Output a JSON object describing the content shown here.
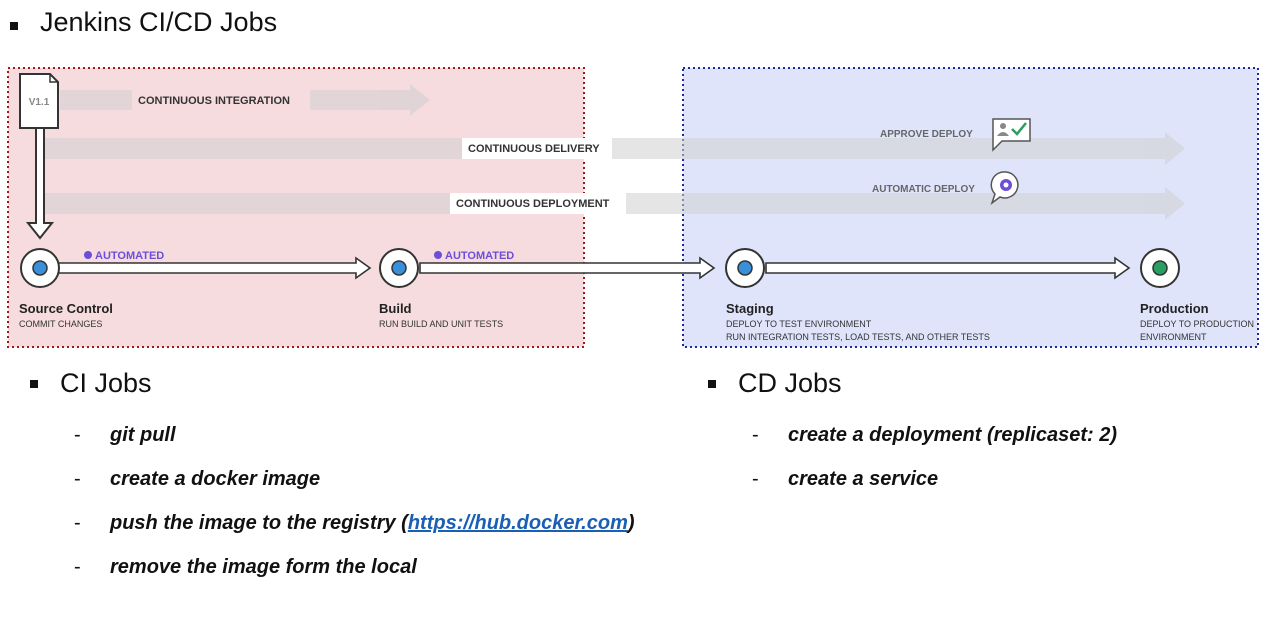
{
  "title": "Jenkins CI/CD Jobs",
  "diagram": {
    "version": "V1.1",
    "bands": {
      "ci": "CONTINUOUS INTEGRATION",
      "delivery": "CONTINUOUS DELIVERY",
      "deployment": "CONTINUOUS DEPLOYMENT"
    },
    "approve": "APPROVE DEPLOY",
    "automatic": "AUTOMATIC DEPLOY",
    "automated_1": "AUTOMATED",
    "automated_2": "AUTOMATED",
    "stages": {
      "source": {
        "title": "Source Control",
        "desc": [
          "COMMIT CHANGES"
        ]
      },
      "build": {
        "title": "Build",
        "desc": [
          "RUN BUILD AND UNIT TESTS"
        ]
      },
      "staging": {
        "title": "Staging",
        "desc": [
          "DEPLOY TO TEST ENVIRONMENT",
          "RUN INTEGRATION TESTS, LOAD TESTS, AND OTHER TESTS"
        ]
      },
      "production": {
        "title": "Production",
        "desc": [
          "DEPLOY TO PRODUCTION",
          "ENVIRONMENT"
        ]
      }
    },
    "colors": {
      "ci_fill": "#f6dcdf",
      "ci_border": "#a3161c",
      "cd_fill": "#dfe4fb",
      "cd_border": "#1d2a9c",
      "dot_blue": "#3a8fd9",
      "dot_green": "#2a9d63",
      "accent": "#6b4fd8"
    }
  },
  "ci": {
    "heading": "CI Jobs",
    "items": {
      "a": "git pull",
      "b": "create a docker image",
      "c_pre": "push the image to the registry (",
      "c_link": "https://hub.docker.com",
      "c_post": ")",
      "d": "remove the image form the local"
    }
  },
  "cd": {
    "heading": "CD Jobs",
    "items": {
      "a": "create a deployment (replicaset: 2)",
      "b": "create a service"
    }
  }
}
